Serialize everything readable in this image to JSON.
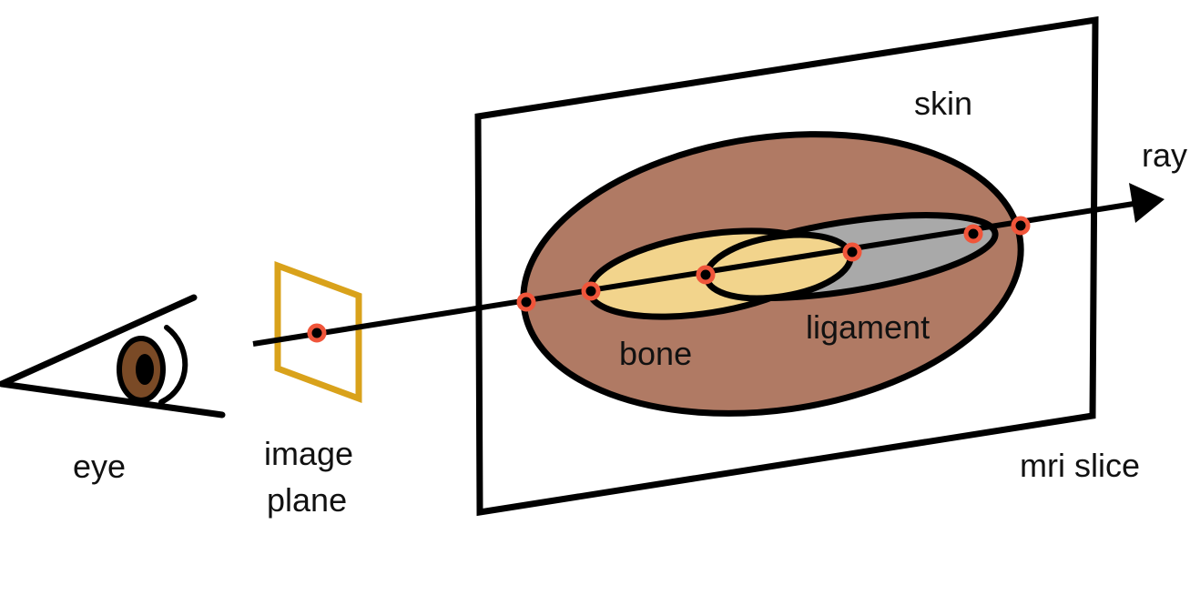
{
  "labels": {
    "eye": "eye",
    "image_plane_line1": "image",
    "image_plane_line2": "plane",
    "skin": "skin",
    "ray": "ray",
    "bone": "bone",
    "ligament": "ligament",
    "mri_slice": "mri slice"
  },
  "colors": {
    "skin": "#B07A64",
    "bone": "#F2D48C",
    "ligament": "#A9A9A9",
    "image_plane": "#D9A21B",
    "intersection_point": "#F0553A",
    "iris": "#7A4A26",
    "outline": "#000000"
  }
}
